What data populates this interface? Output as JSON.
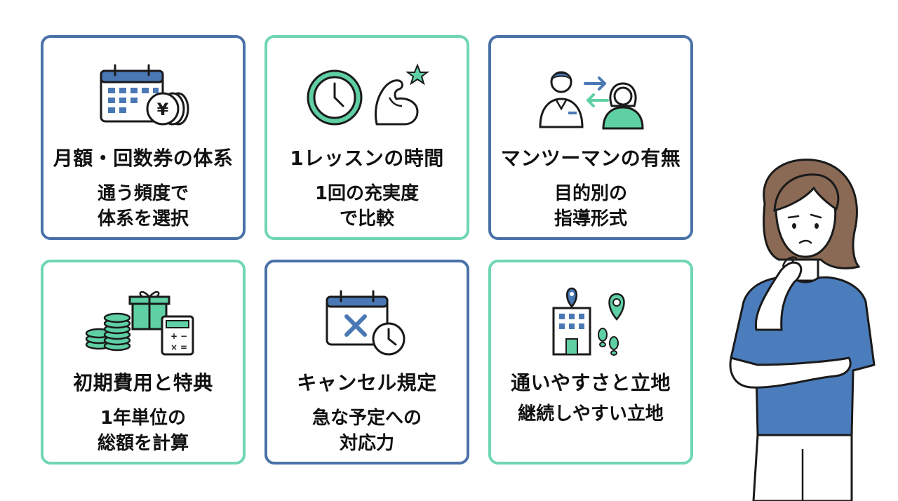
{
  "colors": {
    "blue": "#4a72a8",
    "green": "#6fd6b2",
    "icon_blue": "#4a78b4",
    "icon_green": "#5fd0a4",
    "line": "#1a1a1a",
    "shirt": "#4b7dbd",
    "hair": "#8a6a55"
  },
  "cards": [
    {
      "title": "月額・回数券の体系",
      "subtitle": "通う頻度で\n体系を選択",
      "icon": "calendar-yen-icon"
    },
    {
      "title": "1レッスンの時間",
      "subtitle": "1回の充実度\nで比較",
      "icon": "clock-muscle-icon"
    },
    {
      "title": "マンツーマンの有無",
      "subtitle": "目的別の\n指導形式",
      "icon": "trainer-client-exchange-icon"
    },
    {
      "title": "初期費用と特典",
      "subtitle": "1年単位の\n総額を計算",
      "icon": "coins-gift-calculator-icon"
    },
    {
      "title": "キャンセル規定",
      "subtitle": "急な予定への\n対応力",
      "icon": "calendar-cancel-clock-icon"
    },
    {
      "title": "通いやすさと立地",
      "subtitle": "継続しやすい立地",
      "icon": "building-location-footsteps-icon"
    }
  ],
  "figure": {
    "icon": "thinking-woman-illustration"
  }
}
